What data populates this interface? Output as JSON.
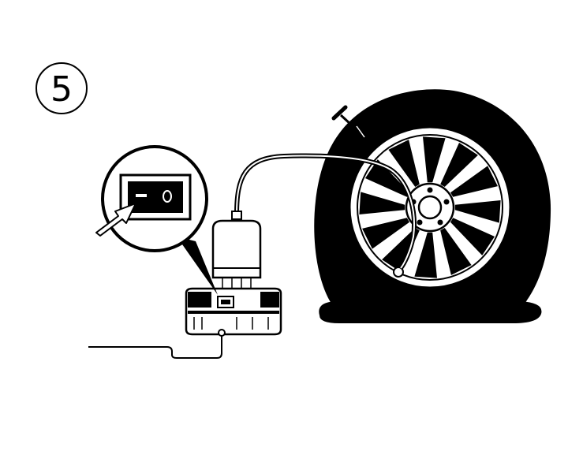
{
  "step": {
    "number": "5",
    "icon": "circled-number"
  },
  "illustration": {
    "subjects": [
      "tire-inflator",
      "power-switch-callout",
      "flat-tire-with-nail",
      "air-hose",
      "power-cord"
    ],
    "colors": {
      "ink": "#000000",
      "paper": "#ffffff"
    }
  }
}
